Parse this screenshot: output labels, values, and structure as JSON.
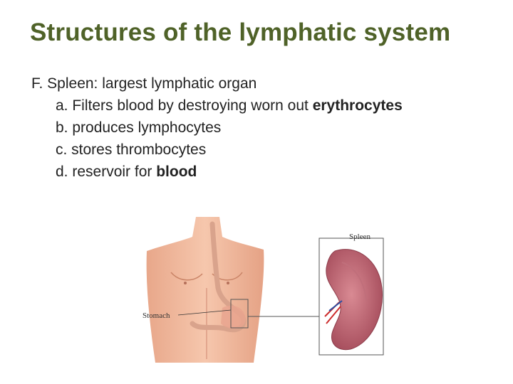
{
  "slide": {
    "title": "Structures of the lymphatic system",
    "main_point": "F. Spleen: largest lymphatic organ",
    "items": [
      {
        "text": "a. Filters blood by destroying worn out ",
        "emphasis": "erythrocytes"
      },
      {
        "text": "b. produces lymphocytes",
        "emphasis": ""
      },
      {
        "text": "c. stores thrombocytes",
        "emphasis": ""
      },
      {
        "text": "d. reservoir for ",
        "emphasis": "blood"
      }
    ]
  },
  "figure": {
    "spleen_label": "Spleen",
    "stomach_label": "Stomach"
  }
}
